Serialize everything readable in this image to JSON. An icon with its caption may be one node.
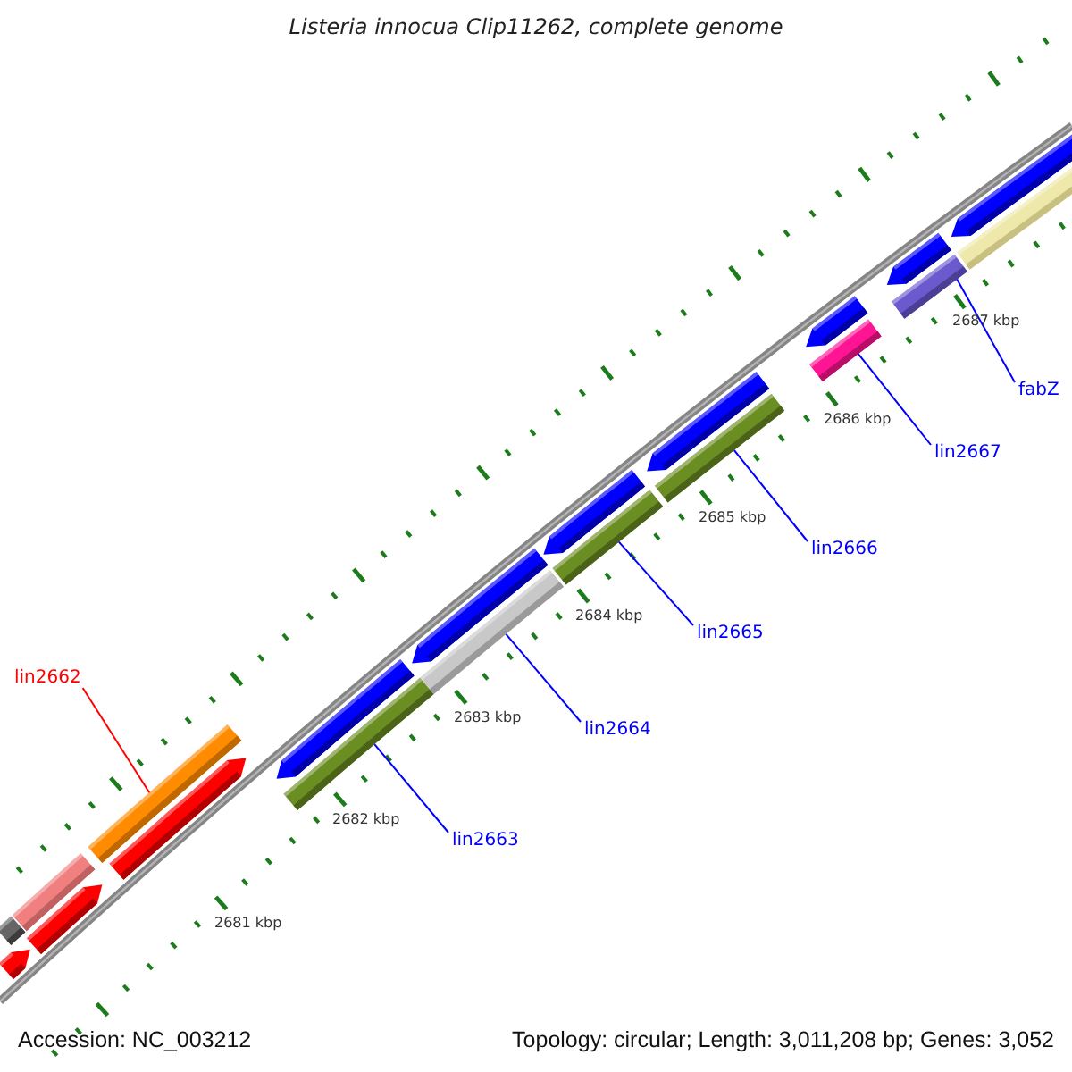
{
  "diagram": {
    "title": "Listeria innocua Clip11262, complete genome",
    "nodes": [
      {
        "text": [
          "lin2662"
        ]
      },
      {
        "text": [],
        "shape": "bar"
      },
      {
        "text": [
          "lin2663"
        ]
      },
      {
        "text": [],
        "shape": "bar"
      },
      {
        "text": [
          "lin2664"
        ]
      },
      {
        "text": [],
        "shape": "bar"
      },
      {
        "text": [
          "lin2665"
        ]
      },
      {
        "text": [],
        "shape": "bar"
      },
      {
        "text": [
          "lin2666"
        ]
      },
      {
        "text": [],
        "shape": "bar"
      },
      {
        "text": [
          "lin2667"
        ]
      },
      {
        "text": [],
        "shape": "bar"
      },
      {
        "text": [
          "fabZ"
        ]
      },
      {
        "text": [],
        "shape": "bar"
      }
    ],
    "edges": [
      {
        "from": 0,
        "to": 1,
        "arrow": "none",
        "color": "#ff0000"
      },
      {
        "from": 2,
        "to": 3,
        "arrow": "none"
      },
      {
        "from": 4,
        "to": 5,
        "arrow": "none"
      },
      {
        "from": 6,
        "to": 7,
        "arrow": "none"
      },
      {
        "from": 8,
        "to": 9,
        "arrow": "none"
      },
      {
        "from": 10,
        "to": 11,
        "arrow": "none"
      },
      {
        "from": 12,
        "to": 13,
        "arrow": "none"
      }
    ],
    "labels": [
      "2687 kbp",
      "2686 kbp",
      "2685 kbp",
      "2684 kbp",
      "2683 kbp",
      "2682 kbp",
      "2681 kbp",
      "Accession: NC_003212",
      "Topology: circular; Length: 3,011,208 bp; Genes: 3,052"
    ]
  }
}
